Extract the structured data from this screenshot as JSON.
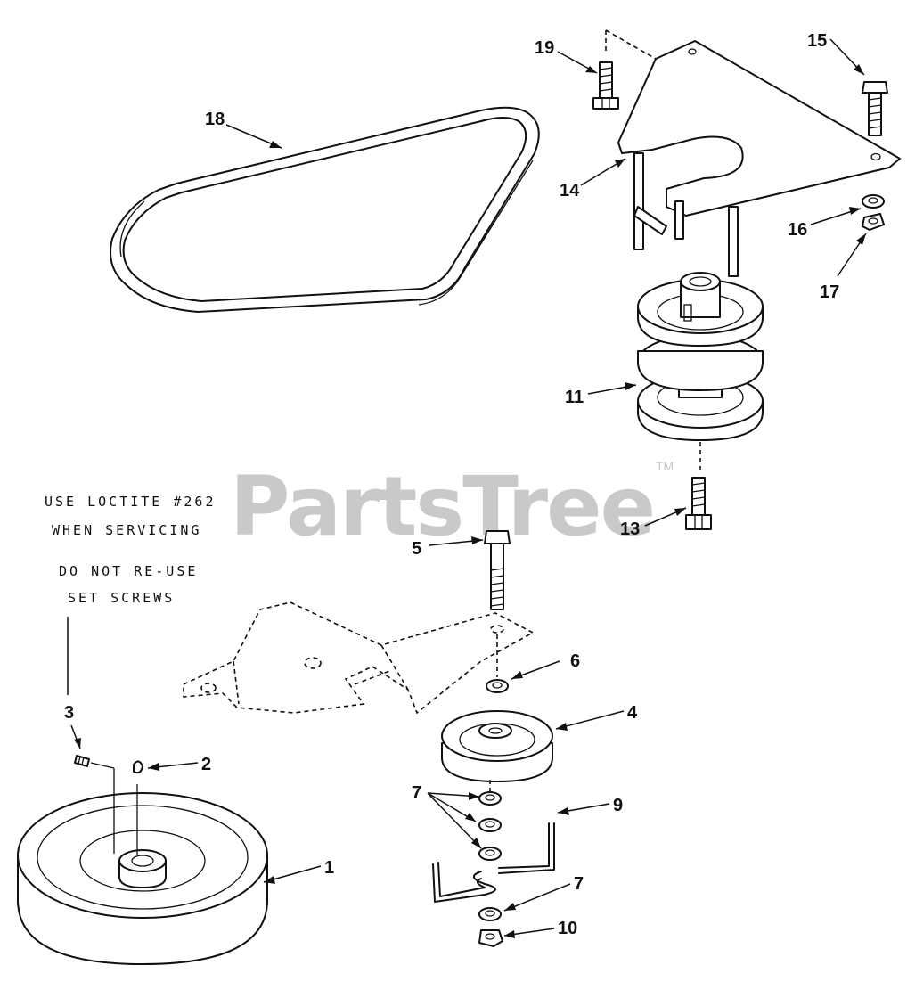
{
  "watermark": {
    "text": "PartsTree",
    "trademark": "TM"
  },
  "notes": {
    "loctite": [
      "USE LOCTITE #262",
      "WHEN SERVICING"
    ],
    "setscrews": [
      "DO NOT RE-USE",
      "SET SCREWS"
    ]
  },
  "callouts": {
    "c1": "1",
    "c2": "2",
    "c3": "3",
    "c4": "4",
    "c5": "5",
    "c6": "6",
    "c7a": "7",
    "c7b": "7",
    "c9": "9",
    "c10": "10",
    "c11": "11",
    "c13": "13",
    "c14": "14",
    "c15": "15",
    "c16": "16",
    "c17": "17",
    "c18": "18",
    "c19": "19"
  },
  "parts": [
    {
      "ref": "1",
      "icon": "drive-pulley-icon"
    },
    {
      "ref": "2",
      "icon": "key-icon"
    },
    {
      "ref": "3",
      "icon": "set-screw-icon"
    },
    {
      "ref": "4",
      "icon": "idler-pulley-icon"
    },
    {
      "ref": "5",
      "icon": "bolt-icon"
    },
    {
      "ref": "6",
      "icon": "spacer-icon"
    },
    {
      "ref": "7",
      "icon": "washer-icon"
    },
    {
      "ref": "9",
      "icon": "spring-icon"
    },
    {
      "ref": "10",
      "icon": "nut-icon"
    },
    {
      "ref": "11",
      "icon": "double-pulley-icon"
    },
    {
      "ref": "13",
      "icon": "bolt-icon"
    },
    {
      "ref": "14",
      "icon": "bracket-icon"
    },
    {
      "ref": "15",
      "icon": "bolt-icon"
    },
    {
      "ref": "16",
      "icon": "washer-icon"
    },
    {
      "ref": "17",
      "icon": "nut-icon"
    },
    {
      "ref": "18",
      "icon": "v-belt-icon"
    },
    {
      "ref": "19",
      "icon": "bolt-icon"
    }
  ]
}
